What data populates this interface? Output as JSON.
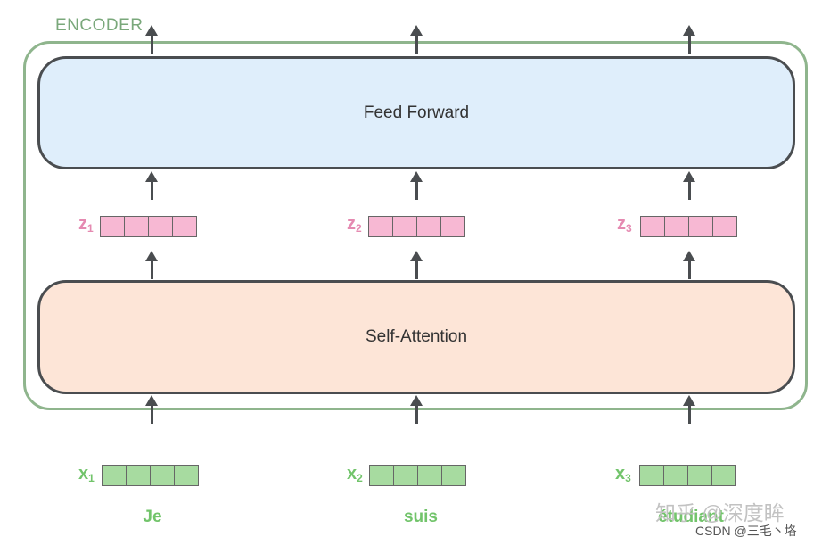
{
  "encoder": {
    "label": "ENCODER"
  },
  "feed_forward": {
    "label": "Feed Forward"
  },
  "self_attention": {
    "label": "Self-Attention"
  },
  "z_vectors": [
    {
      "letter": "z",
      "index": "1"
    },
    {
      "letter": "z",
      "index": "2"
    },
    {
      "letter": "z",
      "index": "3"
    }
  ],
  "x_vectors": [
    {
      "letter": "x",
      "index": "1"
    },
    {
      "letter": "x",
      "index": "2"
    },
    {
      "letter": "x",
      "index": "3"
    }
  ],
  "words": [
    "Je",
    "suis",
    "étudiant"
  ],
  "watermark": {
    "main": "知乎 @深度眸",
    "sub": "CSDN @三毛丶垎"
  },
  "colors": {
    "encoder_border": "#8fb58d",
    "feed_forward_fill": "#dfeefb",
    "self_attention_fill": "#fde5d7",
    "z_vector": "#f7b8d3",
    "x_vector": "#a7dba0",
    "arrow": "#4a4d50"
  }
}
